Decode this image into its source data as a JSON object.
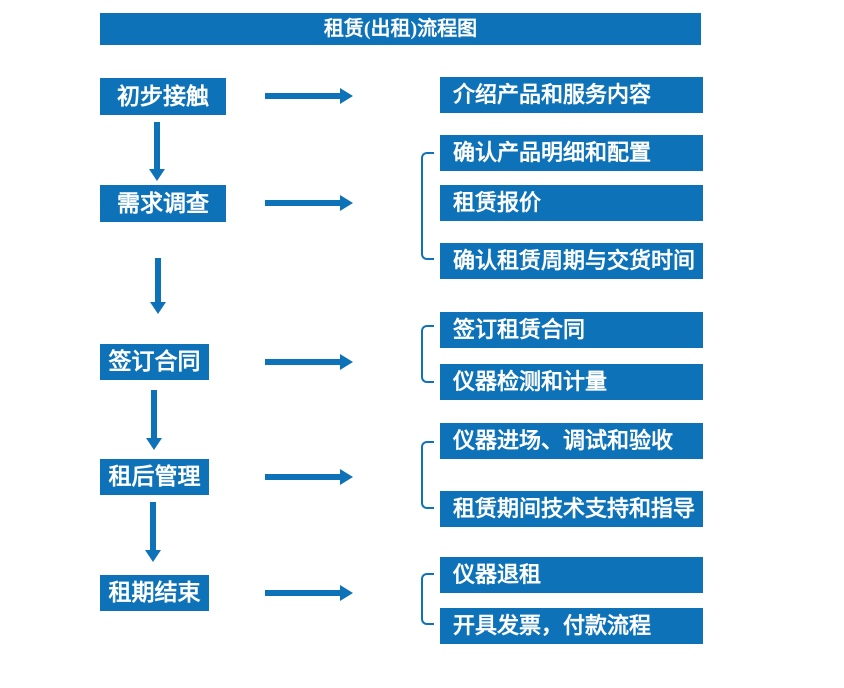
{
  "title": "租赁(出租)流程图",
  "colors": {
    "primary_blue": "#0e72b9",
    "text_white": "#ffffff",
    "background": "#ffffff"
  },
  "stages": [
    {
      "label": "初步接触",
      "details": [
        "介绍产品和服务内容"
      ]
    },
    {
      "label": "需求调查",
      "details": [
        "确认产品明细和配置",
        "租赁报价",
        "确认租赁周期与交货时间"
      ]
    },
    {
      "label": "签订合同",
      "details": [
        "签订租赁合同",
        "仪器检测和计量"
      ]
    },
    {
      "label": "租后管理",
      "details": [
        "仪器进场、调试和验收",
        "租赁期间技术支持和指导"
      ]
    },
    {
      "label": "租期结束",
      "details": [
        "仪器退租",
        "开具发票，付款流程"
      ]
    }
  ]
}
